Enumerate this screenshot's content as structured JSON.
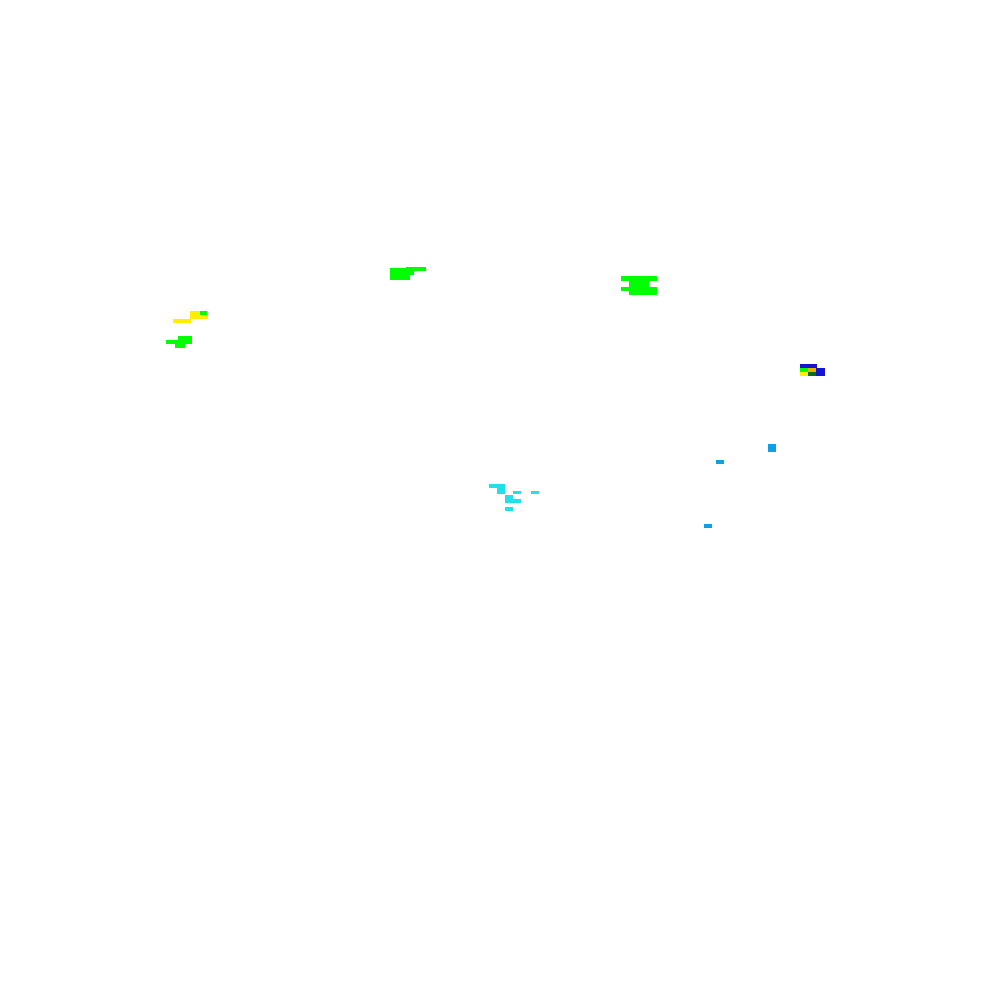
{
  "palette": {
    "background": "#ffffff",
    "green": "#00ff00",
    "yellow": "#ffee00",
    "cyan": "#22e0e8",
    "sky": "#0fa0e6",
    "blue": "#1414d2",
    "orange": "#e8b400",
    "dark_green": "#0a6e1e"
  },
  "blob_colors": [
    "green",
    "green",
    "yellow",
    "green",
    "blue",
    "sky",
    "sky",
    "cyan",
    "sky"
  ]
}
